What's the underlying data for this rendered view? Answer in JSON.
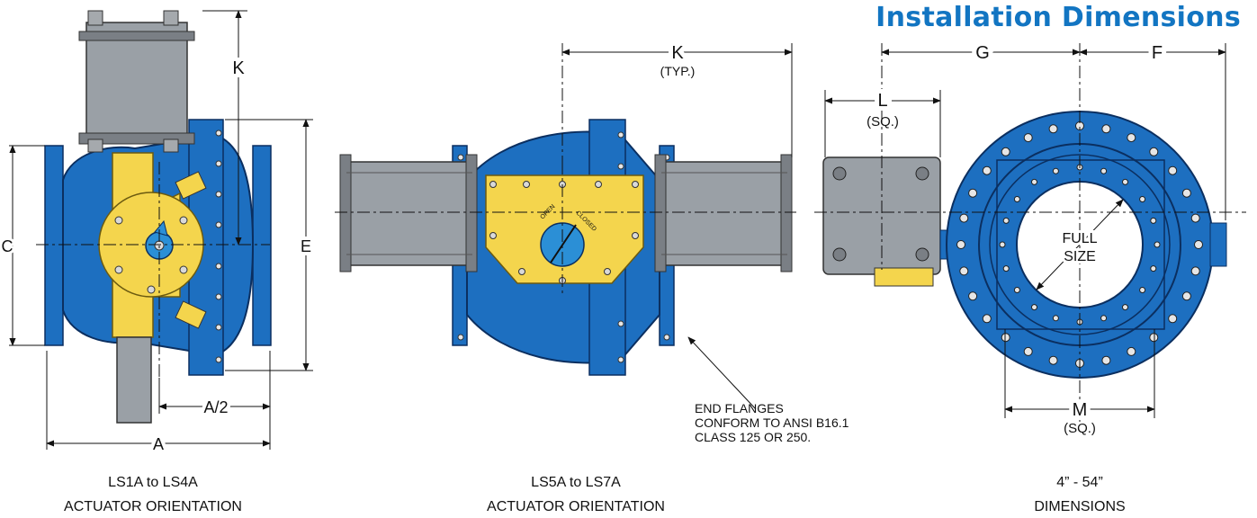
{
  "title": "Installation Dimensions",
  "colors": {
    "body": "#1d6fc0",
    "actuator": "#f4d54d",
    "cylinder": "#9aa0a6",
    "title": "#1275c2"
  },
  "figure1": {
    "dims": {
      "k": "K",
      "c": "C",
      "e": "E",
      "a_half": "A/2",
      "a": "A"
    },
    "caption_line1": "LS1A to LS4A",
    "caption_line2": "ACTUATOR ORIENTATION"
  },
  "figure2": {
    "dims": {
      "k": "K",
      "k_note": "(TYP.)"
    },
    "dial": {
      "open": "OPEN",
      "closed": "CLOSED"
    },
    "note": {
      "line1": "END FLANGES",
      "line2": "CONFORM TO ANSI B16.1",
      "line3": "CLASS 125 OR 250."
    },
    "caption_line1": "LS5A to LS7A",
    "caption_line2": "ACTUATOR ORIENTATION"
  },
  "figure3": {
    "dims": {
      "g": "G",
      "f": "F",
      "l": "L",
      "l_note": "(SQ.)",
      "m": "M",
      "m_note": "(SQ.)"
    },
    "bore": {
      "line1": "FULL",
      "line2": "SIZE"
    },
    "caption_line1": "4” - 54”",
    "caption_line2": "DIMENSIONS"
  }
}
